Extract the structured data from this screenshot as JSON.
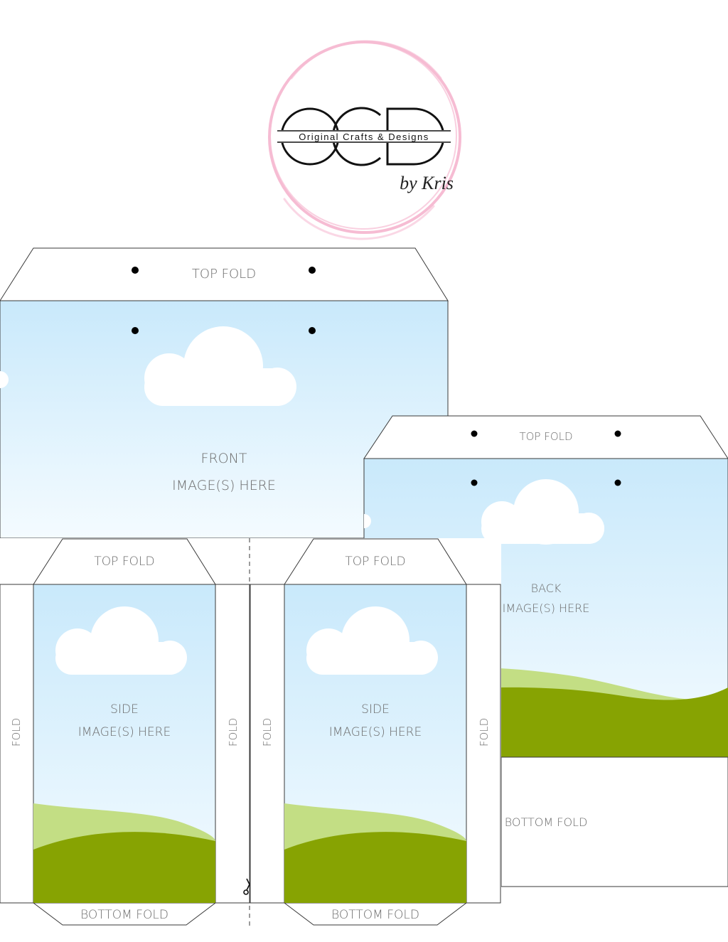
{
  "logo": {
    "monogram": "OCD",
    "tagline": "Original Crafts & Designs",
    "signature": "by Kris",
    "ring_color": "#f6bcd3"
  },
  "panels": {
    "front": {
      "top_fold": "TOP FOLD",
      "line1": "FRONT",
      "line2": "IMAGE(S) HERE"
    },
    "back": {
      "top_fold": "TOP FOLD",
      "line1": "BACK",
      "line2": "IMAGE(S) HERE",
      "bottom_fold": "BOTTOM FOLD"
    },
    "side_left": {
      "top_fold": "TOP FOLD",
      "line1": "SIDE",
      "line2": "IMAGE(S) HERE",
      "bottom_fold": "BOTTOM FOLD",
      "fold_left": "FOLD",
      "fold_right": "FOLD"
    },
    "side_right": {
      "top_fold": "TOP FOLD",
      "line1": "SIDE",
      "line2": "IMAGE(S) HERE",
      "bottom_fold": "BOTTOM FOLD",
      "fold_left": "FOLD",
      "fold_right": "FOLD"
    }
  },
  "cut_icon": "scissors-icon",
  "colors": {
    "sky_top": "#c9e9fb",
    "sky_bottom": "#f4fbff",
    "grass_light": "#c3de84",
    "grass_dark": "#87a302",
    "cloud": "#ffffff"
  }
}
